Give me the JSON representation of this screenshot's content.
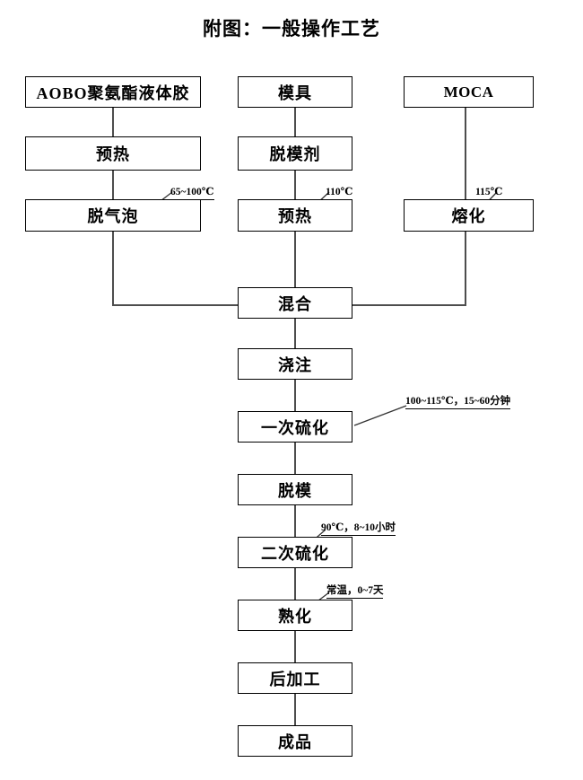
{
  "title": "附图：一般操作工艺",
  "diagram": {
    "type": "flowchart",
    "colors": {
      "box_border": "#000000",
      "edge": "#4d4d4d",
      "text": "#000000",
      "background": "#ffffff"
    },
    "columns": {
      "left": "AOBO聚氨酯液体胶 branch",
      "middle": "模具 branch",
      "right": "MOCA branch"
    },
    "nodes": [
      {
        "id": "aobo",
        "label": "AOBO聚氨酯液体胶"
      },
      {
        "id": "mold",
        "label": "模具"
      },
      {
        "id": "moca",
        "label": "MOCA"
      },
      {
        "id": "preheat1",
        "label": "预热"
      },
      {
        "id": "release",
        "label": "脱模剂"
      },
      {
        "id": "degas",
        "label": "脱气泡"
      },
      {
        "id": "preheat2",
        "label": "预热"
      },
      {
        "id": "melt",
        "label": "熔化"
      },
      {
        "id": "mix",
        "label": "混合"
      },
      {
        "id": "pour",
        "label": "浇注"
      },
      {
        "id": "cure1",
        "label": "一次硫化"
      },
      {
        "id": "demold",
        "label": "脱模"
      },
      {
        "id": "cure2",
        "label": "二次硫化"
      },
      {
        "id": "mature",
        "label": "熟化"
      },
      {
        "id": "post",
        "label": "后加工"
      },
      {
        "id": "product",
        "label": "成品"
      }
    ],
    "annotations": [
      {
        "id": "a-degas",
        "text": "65~100℃"
      },
      {
        "id": "a-pre2",
        "text": "110℃"
      },
      {
        "id": "a-melt",
        "text": "115℃"
      },
      {
        "id": "a-cure1",
        "text": "100~115℃，15~60分钟"
      },
      {
        "id": "a-cure2",
        "text": "90℃，8~10小时"
      },
      {
        "id": "a-mature",
        "text": "常温，0~7天"
      }
    ]
  }
}
